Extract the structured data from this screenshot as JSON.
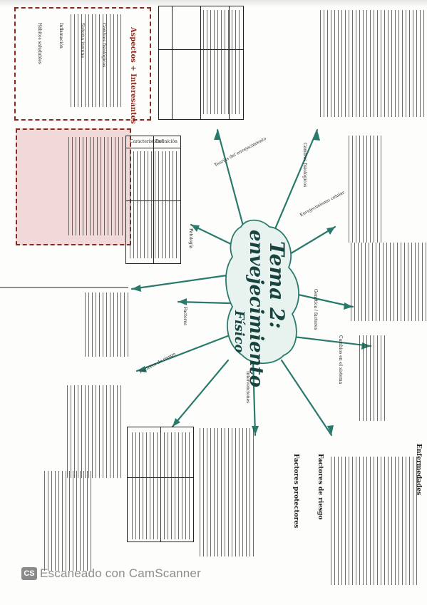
{
  "document": {
    "central_title": "Tema 2:",
    "central_subtitle": "envejecimiento",
    "central_subtitle_2": "Físico",
    "box_left_title": "Aspectos + Interesantes",
    "box_left_bullets": [
      "Cambios fisiológicos",
      "Sistema inmune",
      "Inflamación",
      "Hábitos saludables"
    ],
    "branch_labels": [
      "Teorías del envejecimiento",
      "Cambios fisiológicos",
      "Envejecimiento celular",
      "Genética / factores",
      "Cambios en el sistema",
      "Factores de riesgo",
      "Intervenciones"
    ],
    "bottom_headings": [
      "Factores de riesgo",
      "Factores protectores",
      "Enfermedades"
    ],
    "table_headers": [
      "Características",
      "Definición"
    ],
    "small_labels": [
      "Patología",
      "Factores"
    ],
    "colors": {
      "accent": "#17443f",
      "ink": "#1d1d1d",
      "dash_border": "#8a2a1e",
      "pink_fill": "#f1d8d9"
    }
  },
  "watermark": {
    "icon": "CS",
    "text": "Escaneado con CamScanner"
  }
}
